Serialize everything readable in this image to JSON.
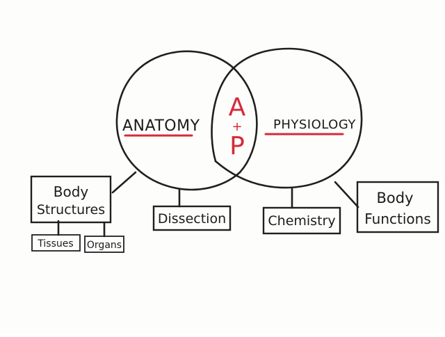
{
  "circles": {
    "left": {
      "label": "Anatomy"
    },
    "right": {
      "label": "Physiology"
    },
    "overlap": {
      "top": "A",
      "middle": "+",
      "bottom": "P"
    }
  },
  "boxes": {
    "body_structures": {
      "line1": "Body",
      "line2": "Structures"
    },
    "tissues": "Tissues",
    "organs": "Organs",
    "dissection": "Dissection",
    "chemistry": "Chemistry",
    "body_functions": {
      "line1": "Body",
      "line2": "Functions"
    }
  },
  "colors": {
    "ink": "#1b1b1b",
    "accent": "#d62a3a",
    "board": "#fdfdfc"
  }
}
